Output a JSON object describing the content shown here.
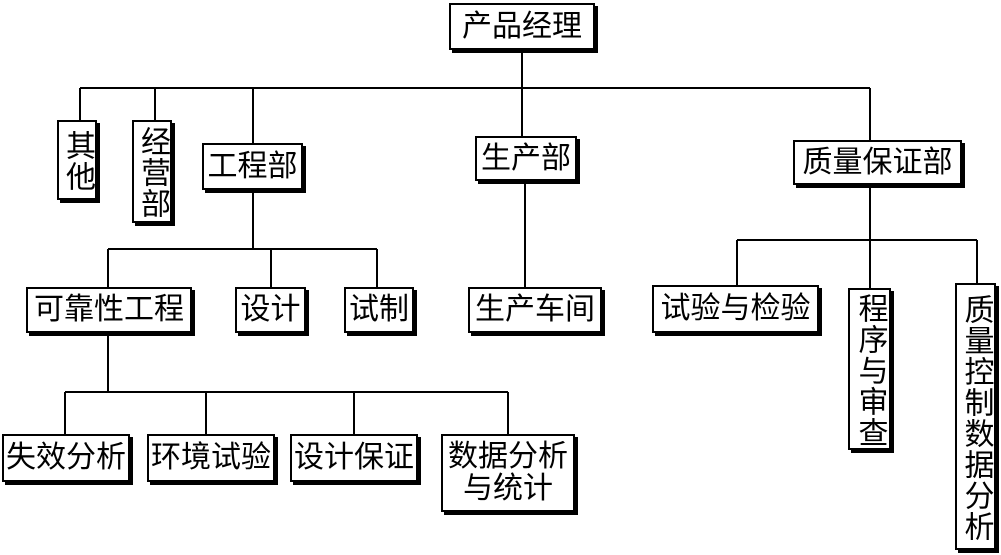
{
  "org_chart": {
    "root": "产品经理",
    "level1": {
      "other": "其他",
      "business": "经营部",
      "engineering": "工程部",
      "production": "生产部",
      "quality_assurance": "质量保证部"
    },
    "engineering_children": {
      "reliability": "可靠性工程",
      "design": "设计",
      "trial": "试制"
    },
    "production_children": {
      "workshop": "生产车间"
    },
    "quality_children": {
      "testing_inspection": "试验与检验",
      "procedure_review": "程序与审查",
      "quality_data_analysis": "质量控制数据分析"
    },
    "reliability_children": {
      "failure_analysis": "失效分析",
      "environment_test": "环境试验",
      "design_assurance": "设计保证",
      "data_statistics": "数据分析与统计"
    }
  }
}
